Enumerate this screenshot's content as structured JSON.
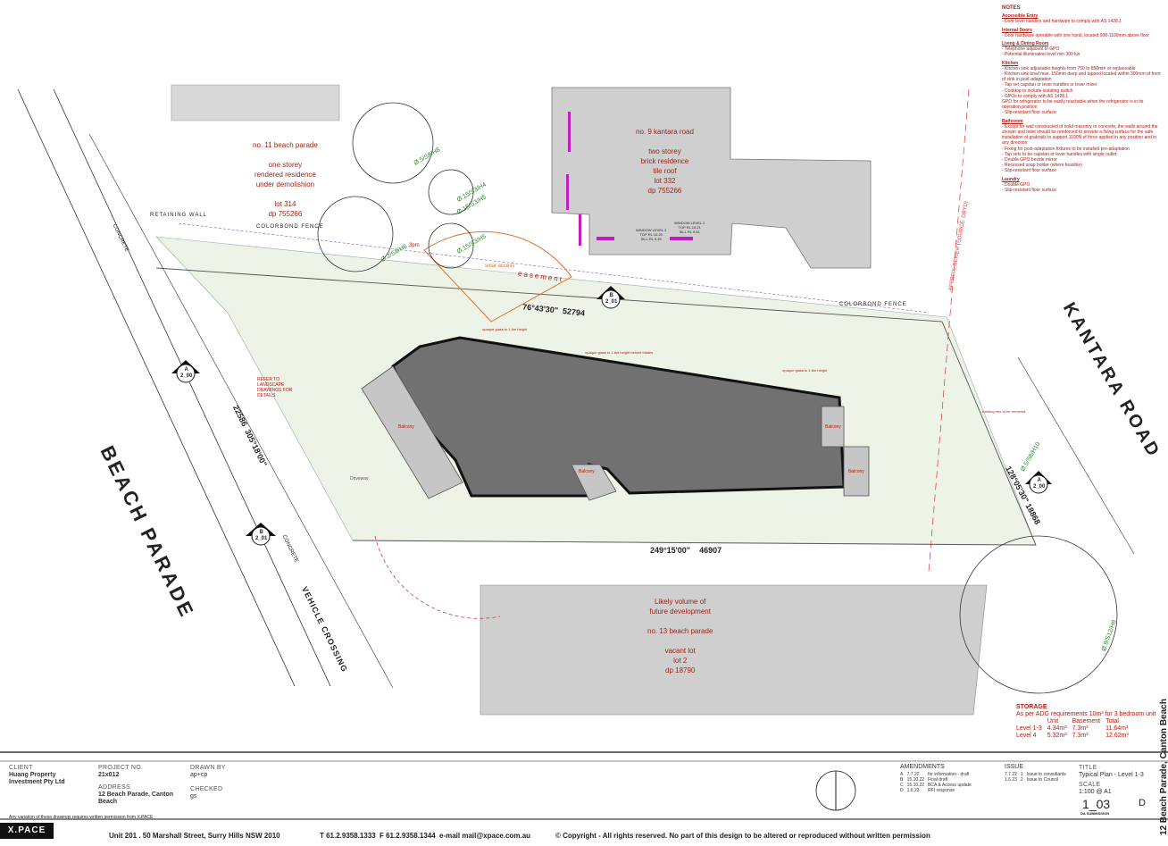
{
  "notes": {
    "title": "NOTES",
    "sections": [
      {
        "heading": "Accessible Entry",
        "lines": [
          "- Door level handles and hardware to comply with AS 1428.1"
        ]
      },
      {
        "heading": "Internal Doors",
        "lines": [
          "- Door hardware operable with one hand, located 900-1100mm above floor"
        ]
      },
      {
        "heading": "Living & Dining Room",
        "lines": [
          "- Telephone adjacent to GPO",
          "- Potential illumination level min 300 lux"
        ]
      },
      {
        "heading": "Kitchen",
        "lines": [
          "- Kitchen sink adjustable heights from 750 to 850mm or replaceable",
          "- Kitchen sink bowl max. 150mm deep and tapped located within 300mm of front of sink in post-adaptation",
          "- Tap set capstan or lever handles or lever mixer",
          "- Cooktop to include isolating switch",
          "- GPOs to comply with AS 1428.1",
          "GPO for refrigerator to be easily reachable when the refrigerator is in its operation position",
          "- Slip-resistant floor surface"
        ]
      },
      {
        "heading": "Bathroom",
        "lines": [
          "- Except for wall constructed of solid masonry or concrete, the walls around the shower and toilet should be reinforced to provide a fixing surface for the safe installation of grabrails to support 1100N of force applied in any position and in any direction",
          "- Fixing for post-adaptation fixtures to be installed pre-adaptation",
          "- Tap sets to be capstan or lever handles with single outlet",
          "- Double GPO beside mirror",
          "- Recessed soap holder (where feasible)",
          "- Slip-resistant floor surface"
        ]
      },
      {
        "heading": "Laundry",
        "lines": [
          "- Double GPO",
          "- Slip-resistant floor surface"
        ]
      }
    ]
  },
  "plan": {
    "lot11": [
      "no. 11 beach parade",
      "",
      "one storey",
      "rendered residence",
      "under demolishion",
      "",
      "lot 314",
      "dp 755266"
    ],
    "lot9": [
      "no. 9 kantara road",
      "",
      "two storey",
      "brick residence",
      "tile roof",
      "lot 332",
      "dp 755266"
    ],
    "lot13": [
      "Likely volume of",
      "future development",
      "",
      "no. 13 beach parade",
      "",
      "vacant lot",
      "lot 2",
      "dp 18790"
    ],
    "streets": {
      "beach": "BEACH PARADE",
      "kantara": "KANTARA ROAD"
    },
    "labels": {
      "retaining_wall": "RETAINING WALL",
      "colorbond_fence_1": "COLORBOND FENCE",
      "colorbond_fence_2": "COLORBOND FENCE",
      "concrete_1": "CONCRETE",
      "concrete_2": "CONCRETE",
      "vehicle_crossing": "VEHICLE CROSSING",
      "easement": "easement",
      "solar_access": "solar access",
      "three_pm": "3pm",
      "balcony_1": "Balcony",
      "balcony_2": "Balcony",
      "balcony_3": "Balcony",
      "balcony_4": "Balcony",
      "driveway": "Driveway",
      "refer_landscape": "REFER TO LANDSCAPE DRAWINGS FOR DETAILS",
      "sewer": "APPROX. SEWER (SOURCE: DBYD)",
      "opaque_1": "opaque glass to 1.6m height",
      "opaque_2": "opaque glass to 1.6m height behind blades",
      "opaque_3": "opaque glass to 1.6m height",
      "existing_tree": "existing tree to be removed"
    },
    "bearings": {
      "north": "76°43'30\"",
      "north_len": "52794",
      "south": "249°15'00\"",
      "south_len": "46907",
      "east": "128°05'30\"",
      "east_len": "18868",
      "west": "305°18'00\"",
      "west_len": "22586"
    },
    "trees": {
      "t1": "Ø.5/S8/H8",
      "t2": "Ø.15/S3/H4",
      "t3": "Ø.15/S3/H5",
      "t4": "Ø.15/S3/H5",
      "t5": "Ø.2/S8/H6",
      "t6": "Ø.5/S8/H10",
      "t7": "Ø.9/S12/H8"
    },
    "sections": [
      {
        "code": "B",
        "sheet": "2_01"
      },
      {
        "code": "A",
        "sheet": "2_00"
      },
      {
        "code": "B",
        "sheet": "2_01"
      },
      {
        "code": "A",
        "sheet": "2_00"
      }
    ],
    "windows": [
      {
        "title": "WINDOW LEVEL 2",
        "top": "TOP RL 10.20",
        "sill": "SILL RL 9.35"
      },
      {
        "title": "WINDOW LEVEL 2",
        "top": "TOP RL 10.21",
        "sill": "SILL RL 9.51"
      }
    ]
  },
  "storage": {
    "title": "STORAGE",
    "subtitle": "As per ADG requirements 10m³ for 3 bedroom unit",
    "columns": [
      "",
      "Unit",
      "Basement",
      "Total"
    ],
    "rows": [
      [
        "Level 1-3",
        "4.34m³",
        "7.3m³",
        "11.64m³"
      ],
      [
        "Level 4",
        "5.32m³",
        "7.3m³",
        "12.62m³"
      ]
    ]
  },
  "titleblock": {
    "client_label": "CLIENT",
    "client": "Huang Property Investment Pty Ltd",
    "project_label": "PROJECT NO.",
    "project": "21x012",
    "address_label": "ADDRESS",
    "address": "12 Beach Parade, Canton Beach",
    "drawn_label": "DRAWN BY",
    "drawn": "ap+cp",
    "checked_label": "CHECKED",
    "checked": "gs",
    "amendments_label": "AMENDMENTS",
    "amendments": [
      [
        "A",
        "7.7.22",
        "for information - draft"
      ],
      [
        "B",
        "15.10.22",
        "Final draft"
      ],
      [
        "C",
        "15.10.22",
        "BCA & Access update"
      ],
      [
        "D",
        "1.6.23",
        "RFI response"
      ]
    ],
    "issue_label": "ISSUE",
    "issues": [
      [
        "7.7.22",
        "1",
        "Issue to consultants"
      ],
      [
        "1.6.23",
        "2",
        "Issue to Council"
      ]
    ],
    "title_label": "TITLE",
    "title": "Typical Plan - Level 1-3",
    "scale_label": "SCALE",
    "scale": "1:100  @ A1",
    "sheet": "1_03",
    "rev": "D",
    "stage": "DA SUBMISSION",
    "vertical": "12 Beach Parade, Canton Beach",
    "permission": "Any variation of these drawings requires written permission from X.PACE"
  },
  "footer": {
    "logo": "X.PACE",
    "address": "Unit 201 . 50 Marshall Street, Surry Hills NSW 2010",
    "phone": "T  61.2.9358.1333",
    "fax": "F  61.2.9358.1344",
    "email": "e-mail  mail@xpace.com.au",
    "copyright": "© Copyright - All rights reserved. No part of this design to be altered or reproduced without written permission"
  }
}
